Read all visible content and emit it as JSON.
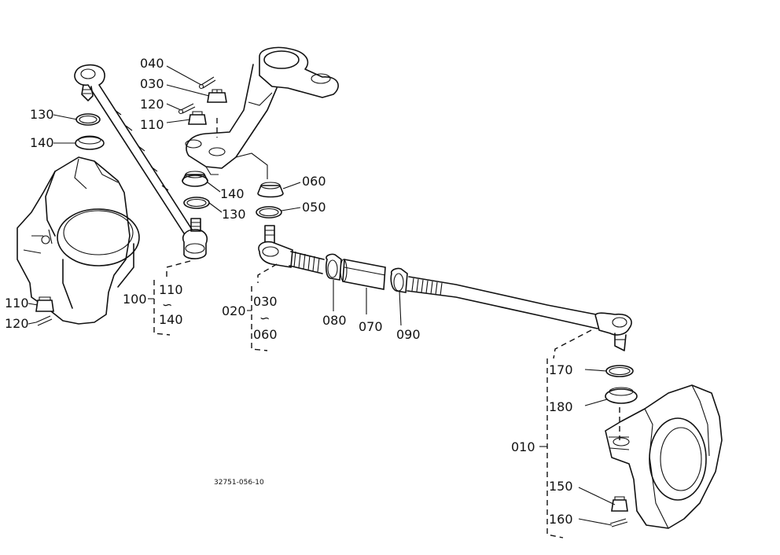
{
  "labels": {
    "l040": "040",
    "l030a": "030",
    "l120a": "120",
    "l110a": "110",
    "l130a": "130",
    "l140a": "140",
    "l140b": "140",
    "l130b": "130",
    "l060": "060",
    "l050": "050",
    "l110b": "110",
    "l100": "100",
    "l140c": "140",
    "l110c": "110",
    "l120b": "120",
    "l020": "020",
    "l030b": "030",
    "l060b": "060",
    "l080": "080",
    "l070": "070",
    "l090": "090",
    "l170": "170",
    "l180": "180",
    "l010": "010",
    "l150": "150",
    "l160": "160",
    "tilde1": "∽",
    "tilde2": "∽"
  },
  "drawing_code": "32751-056-10"
}
